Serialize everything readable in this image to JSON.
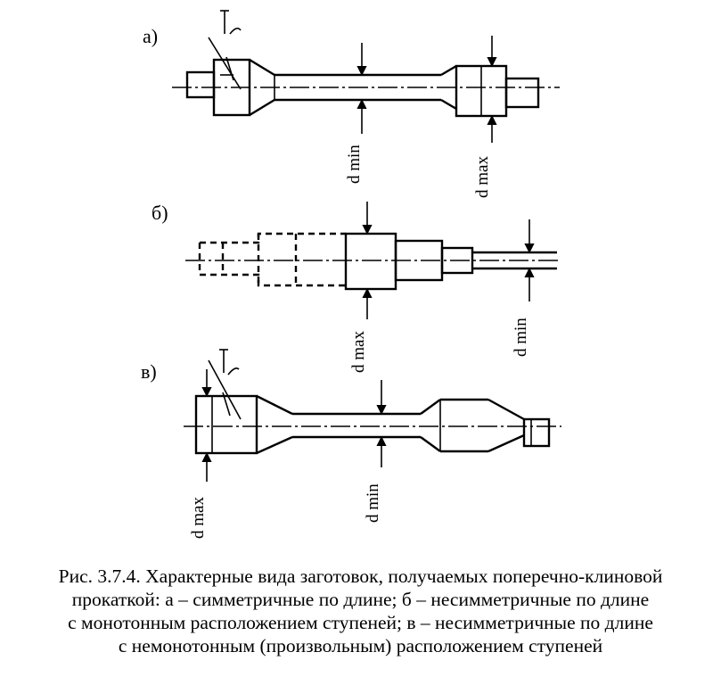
{
  "diagrams": {
    "a": {
      "label": "а)",
      "dim_min": "d min",
      "dim_max": "d max"
    },
    "b": {
      "label": "б)",
      "dim_min": "d min",
      "dim_max": "d max"
    },
    "c": {
      "label": "в)",
      "dim_min": "d min",
      "dim_max": "d max"
    }
  },
  "caption": {
    "line1": "Рис. 3.7.4. Характерные вида заготовок, получаемых поперечно-клиновой",
    "line2": "прокаткой: а – симметричные по длине; б – несимметричные по длине",
    "line3": "с монотонным расположением ступеней; в – несимметричные по длине",
    "line4": "с немонотонным (произвольным) расположением ступеней"
  }
}
